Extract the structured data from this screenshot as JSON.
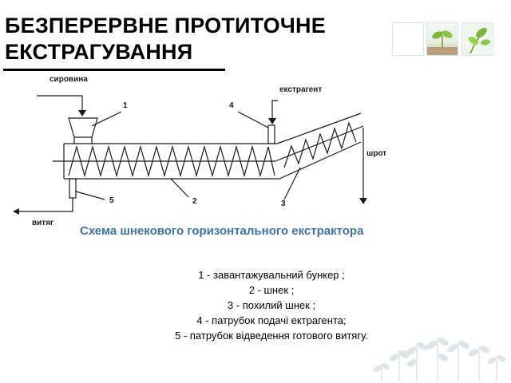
{
  "title": {
    "line1": "БЕЗПЕРЕРВНЕ ПРОТИТОЧНЕ",
    "line2": "ЕКСТРАГУВАННЯ"
  },
  "diagram": {
    "labels": {
      "raw_material": "сировина",
      "extractant": "екстрагент",
      "meal": "шрот",
      "extract": "витяг"
    },
    "numbers": [
      "1",
      "2",
      "3",
      "4",
      "5"
    ],
    "caption": "Схема шнекового горизонтального екстрактора"
  },
  "legend": [
    "1 - завантажувальний бункер ;",
    "2 - шнек ;",
    "3 - похилий шнек ;",
    "4 - патрубок подачі ектрагента;",
    "5 - патрубок відведення готового витягу."
  ],
  "colors": {
    "caption": "#3a73a6",
    "photo_border": "#d8e7ef",
    "leaf_green": "#7db43a",
    "plant_gray": "#dde5e8"
  },
  "icons": [
    "sprout-photo-icon",
    "leaves-photo-icon",
    "plants-decoration-icon"
  ]
}
